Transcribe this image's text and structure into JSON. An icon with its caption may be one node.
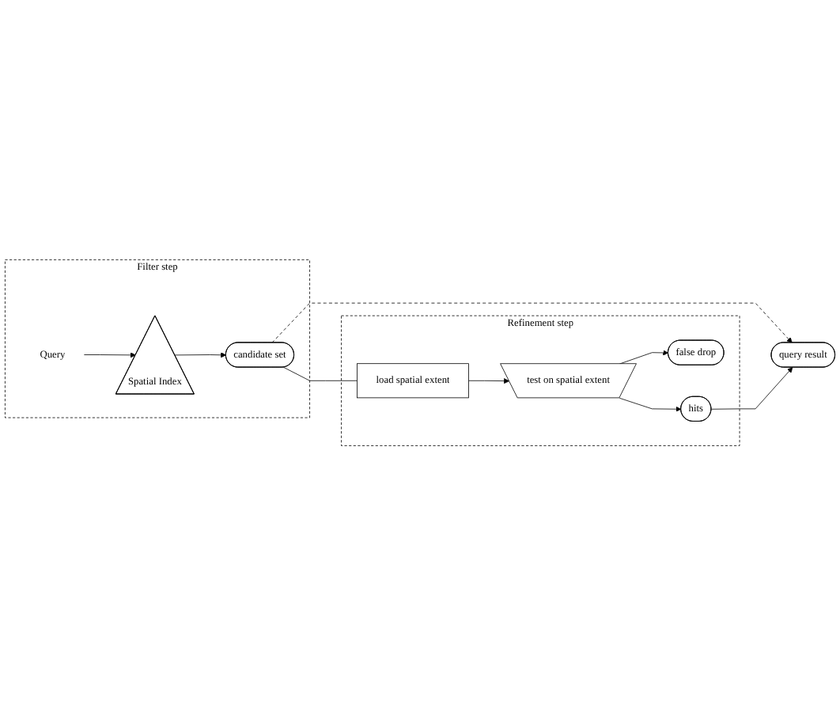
{
  "diagram": {
    "nodes": [
      {
        "text": [
          "Filter step"
        ]
      },
      {
        "text": [
          "Query"
        ],
        "in": 0
      },
      {
        "text": [
          "Spatial Index"
        ],
        "in": 0
      },
      {
        "text": [
          "candidate set"
        ],
        "in": 0
      },
      {
        "text": [
          "Refinement step"
        ]
      },
      {
        "text": [
          "load spatial extent"
        ],
        "in": 4
      },
      {
        "text": [
          "test on spatial extent"
        ],
        "in": 4
      },
      {
        "text": [
          "false drop"
        ],
        "in": 4
      },
      {
        "text": [
          "hits"
        ],
        "in": 4
      },
      {
        "text": [
          "query result"
        ]
      }
    ],
    "edges": [
      {
        "from": 1,
        "to": 2,
        "arrow": "to"
      },
      {
        "from": 2,
        "to": 3,
        "arrow": "to"
      },
      {
        "from": 3,
        "to": 5,
        "arrow": "none"
      },
      {
        "from": 5,
        "to": 6,
        "arrow": "to"
      },
      {
        "from": 6,
        "to": 7,
        "arrow": "to"
      },
      {
        "from": 6,
        "to": 8,
        "arrow": "to"
      },
      {
        "from": 3,
        "to": 9,
        "arrow": "to",
        "style": "dashed"
      },
      {
        "from": 8,
        "to": 9,
        "arrow": "to"
      }
    ]
  }
}
